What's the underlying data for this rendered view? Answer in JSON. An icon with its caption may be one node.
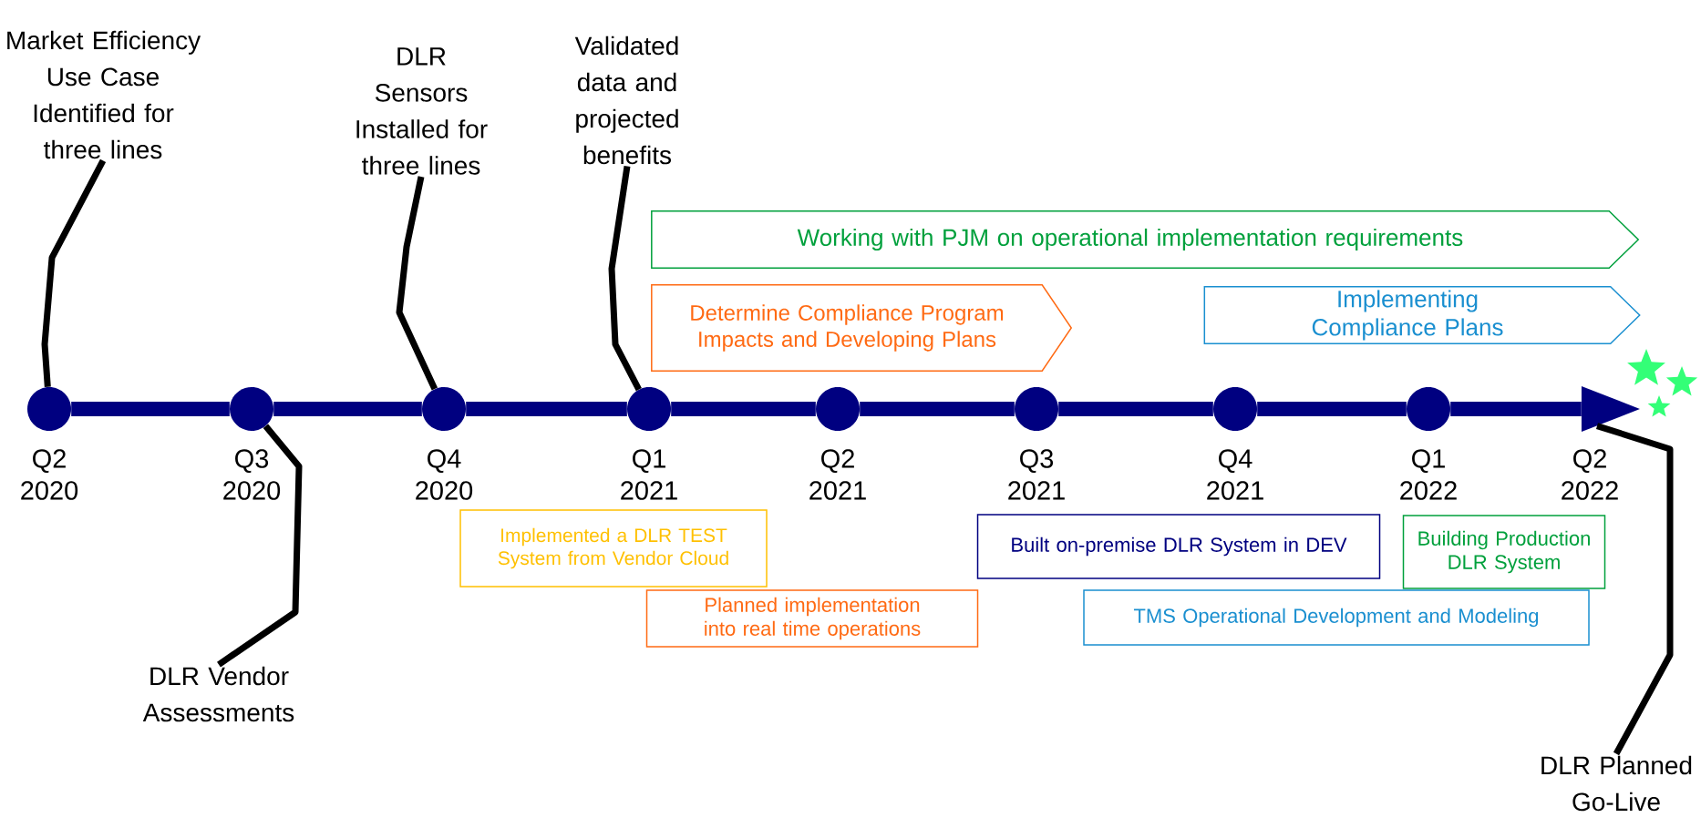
{
  "diagram": {
    "nodes": [
      {
        "text": [],
        "shape": "circle",
        "beside": [
          "Q2 2020"
        ]
      },
      {
        "text": [],
        "shape": "circle",
        "beside": [
          "Q3 2020"
        ]
      },
      {
        "text": [],
        "shape": "circle",
        "beside": [
          "Q4 2020"
        ]
      },
      {
        "text": [],
        "shape": "circle",
        "beside": [
          "Q1 2021"
        ]
      },
      {
        "text": [],
        "shape": "circle",
        "beside": [
          "Q2 2021"
        ]
      },
      {
        "text": [],
        "shape": "circle",
        "beside": [
          "Q3 2021"
        ]
      },
      {
        "text": [],
        "shape": "circle",
        "beside": [
          "Q4 2021"
        ]
      },
      {
        "text": [],
        "shape": "circle",
        "beside": [
          "Q1 2022"
        ]
      },
      {
        "text": [
          "Market Efficiency Use Case Identified for three lines"
        ]
      },
      {
        "text": [
          "DLR Vendor Assessments"
        ]
      },
      {
        "text": [
          "DLR Sensors Installed for three lines"
        ]
      },
      {
        "text": [
          "Validated data and projected benefits"
        ]
      },
      {
        "text": [
          "DLR Planned Go-Live"
        ]
      },
      {
        "text": [
          "Working with PJM on operational implementation requirements"
        ]
      },
      {
        "text": [
          "Determine Compliance Program Impacts and Developing Plans"
        ]
      },
      {
        "text": [
          "Implementing Compliance Plans"
        ]
      },
      {
        "text": [
          "Implemented a DLR TEST System from Vendor Cloud"
        ]
      },
      {
        "text": [
          "Planned implementation into real time operations"
        ]
      },
      {
        "text": [
          "Built on-premise DLR System in DEV"
        ]
      },
      {
        "text": [
          "TMS Operational Development and Modeling"
        ]
      },
      {
        "text": [
          "Building Production DLR System"
        ]
      },
      {
        "text": [],
        "shape": "triangle",
        "beside": [
          "Q2 2022"
        ]
      },
      {
        "text": [],
        "shape": "star"
      },
      {
        "text": [],
        "shape": "star"
      },
      {
        "text": [],
        "shape": "star"
      }
    ],
    "edges": [
      {
        "from": 0,
        "to": 1,
        "arrow": "none"
      },
      {
        "from": 1,
        "to": 2,
        "arrow": "none"
      },
      {
        "from": 2,
        "to": 3,
        "arrow": "none"
      },
      {
        "from": 3,
        "to": 4,
        "arrow": "none"
      },
      {
        "from": 4,
        "to": 5,
        "arrow": "none"
      },
      {
        "from": 5,
        "to": 6,
        "arrow": "none"
      },
      {
        "from": 6,
        "to": 7,
        "arrow": "none"
      },
      {
        "from": 7,
        "to": 21,
        "arrow": "none"
      },
      {
        "from": 8,
        "to": 0,
        "arrow": "none",
        "color": "#000000"
      },
      {
        "from": 9,
        "to": 1,
        "arrow": "none",
        "color": "#000000"
      },
      {
        "from": 10,
        "to": 2,
        "arrow": "none",
        "color": "#000000"
      },
      {
        "from": 11,
        "to": 3,
        "arrow": "none",
        "color": "#000000"
      },
      {
        "from": 12,
        "to": 21,
        "arrow": "none",
        "color": "#000000"
      }
    ]
  }
}
